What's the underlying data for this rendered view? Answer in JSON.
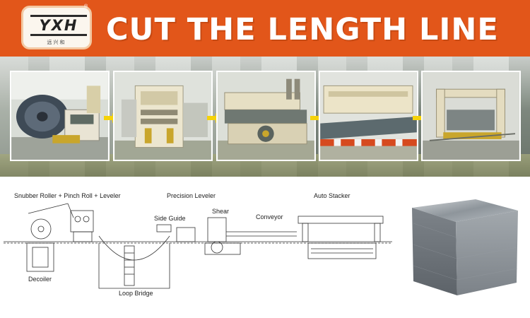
{
  "header": {
    "logo_text": "YXH",
    "logo_subtext": "远兴和",
    "registered_mark": "®",
    "title": "CUT THE LENGTH LINE"
  },
  "colors": {
    "banner": "#e2561a",
    "arrow": "#f5d20a",
    "title_text": "#ffffff"
  },
  "process_photos": [
    {
      "name": "decoiler-photo"
    },
    {
      "name": "leveler-photo"
    },
    {
      "name": "shear-photo"
    },
    {
      "name": "conveyor-photo"
    },
    {
      "name": "stacker-photo"
    }
  ],
  "diagram": {
    "labels": {
      "snubber": "Snubber Roller + Pinch Roll + Leveler",
      "precision_leveler": "Precision Leveler",
      "auto_stacker": "Auto Stacker",
      "side_guide": "Side Guide",
      "shear": "Shear",
      "conveyor": "Conveyor",
      "decoiler": "Decoiler",
      "loop_bridge": "Loop Bridge"
    }
  }
}
